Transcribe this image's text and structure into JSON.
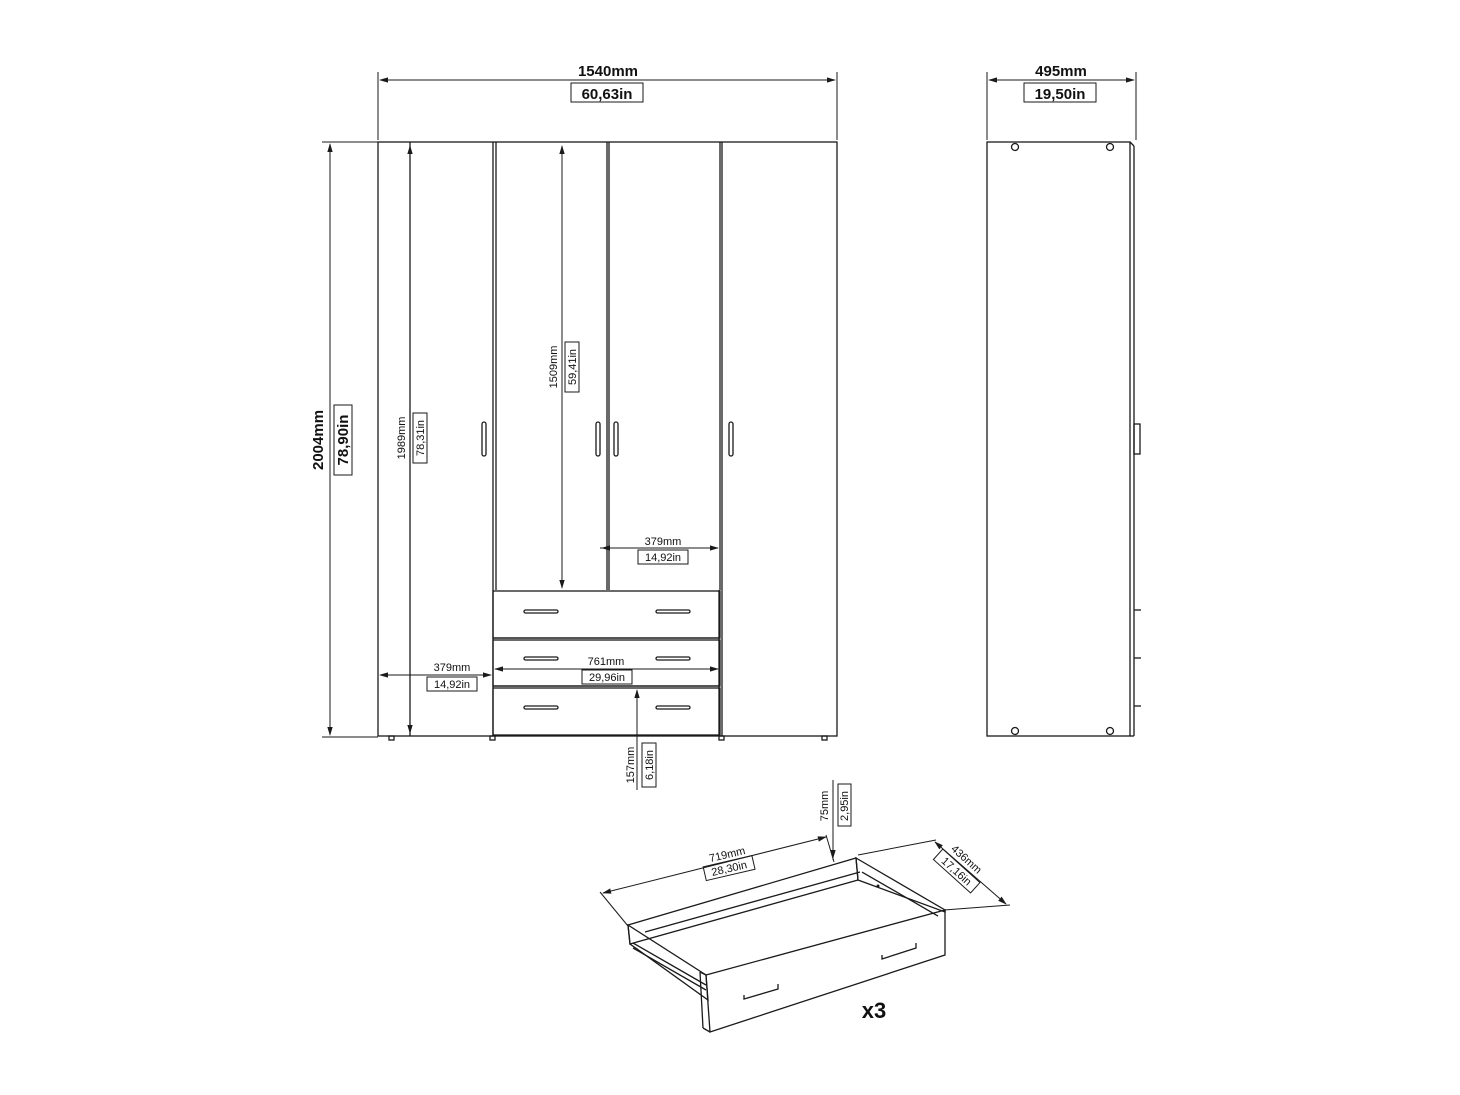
{
  "front": {
    "width": {
      "mm": "1540mm",
      "in": "60,63in"
    },
    "height": {
      "mm": "2004mm",
      "in": "78,90in"
    },
    "inner_height": {
      "mm": "1989mm",
      "in": "78,31in"
    },
    "upper_height": {
      "mm": "1509mm",
      "in": "59,41in"
    },
    "right_door_width": {
      "mm": "379mm",
      "in": "14,92in"
    },
    "left_door_width": {
      "mm": "379mm",
      "in": "14,92in"
    },
    "drawer_section_width": {
      "mm": "761mm",
      "in": "29,96in"
    },
    "plinth_height": {
      "mm": "157mm",
      "in": "6,18in"
    }
  },
  "side": {
    "depth": {
      "mm": "495mm",
      "in": "19,50in"
    }
  },
  "drawer": {
    "width": {
      "mm": "719mm",
      "in": "28,30in"
    },
    "depth": {
      "mm": "436mm",
      "in": "17,16in"
    },
    "height": {
      "mm": "75mm",
      "in": "2,95in"
    },
    "quantity": "x3"
  }
}
